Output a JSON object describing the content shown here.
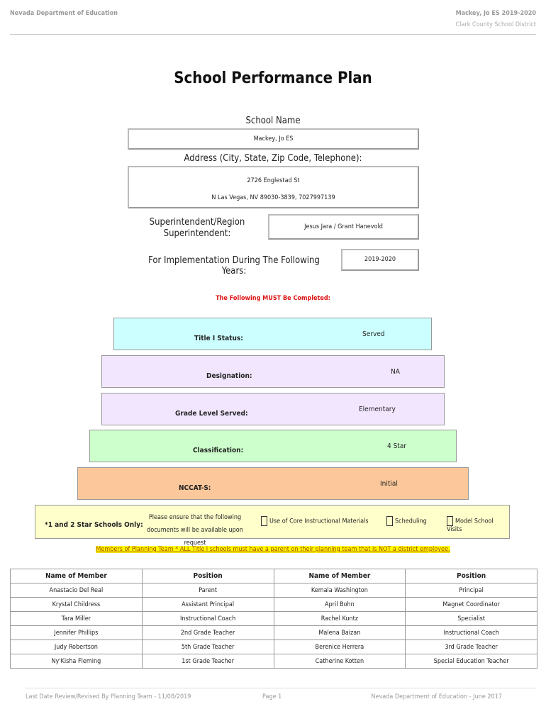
{
  "header": {
    "org": "Nevada Department of Education",
    "school_year": "Mackey, Jo ES  2019-2020",
    "district": "Clark County School District"
  },
  "title": "School Performance Plan",
  "school_name": {
    "label": "School Name",
    "value": "Mackey, Jo ES"
  },
  "address": {
    "label": "Address (City, State, Zip Code, Telephone):",
    "line1": "2726 Englestad St",
    "line2": "N Las Vegas, NV  89030-3839, 7027997139"
  },
  "superintendent": {
    "label_line1": "Superintendent/Region",
    "label_line2": "Superintendent:",
    "value": "Jesus Jara / Grant Hanevold"
  },
  "implementation": {
    "label": "For Implementation During The Following Years:",
    "value": "2019-2020"
  },
  "must_complete": "The Following MUST Be Completed:",
  "bands": [
    {
      "label": "Title I Status:",
      "value": "Served",
      "color": "#ccffff"
    },
    {
      "label": "Designation:",
      "value": "NA",
      "color": "#f2e6ff"
    },
    {
      "label": "Grade Level Served:",
      "value": "Elementary",
      "color": "#f2e6ff"
    },
    {
      "label": "Classification:",
      "value": "4 Star",
      "color": "#ccffcc"
    },
    {
      "label": "NCCAT-S:",
      "value": "Initial",
      "color": "#fcc89b"
    }
  ],
  "star_row": {
    "label": "*1 and 2 Star Schools Only:",
    "note_line1": "Please ensure that the following",
    "note_line2": "documents will be available upon request",
    "options": [
      "Use of Core Instructional Materials",
      "Scheduling",
      "Model School Visits"
    ],
    "color": "#ffffcc"
  },
  "members_note": "Members of Planning Team * ALL Title I schools must have a parent on their planning team that is NOT a district employee.",
  "team": {
    "headers": [
      "Name of Member",
      "Position",
      "Name of Member",
      "Position"
    ],
    "rows": [
      [
        "Anastacio Del Real",
        "Parent",
        "Kemala Washington",
        "Principal"
      ],
      [
        "Krystal Childress",
        "Assistant Principal",
        "April Bohn",
        "Magnet Coordinator"
      ],
      [
        "Tara Miller",
        "Instructional Coach",
        "Rachel Kuntz",
        "Specialist"
      ],
      [
        "Jennifer Phillips",
        "2nd Grade Teacher",
        "Malena Baizan",
        "Instructional Coach"
      ],
      [
        "Judy Robertson",
        "5th Grade Teacher",
        "Berenice Herrera",
        "3rd Grade Teacher"
      ],
      [
        "Ny'Kisha Fleming",
        "1st Grade Teacher",
        "Catherine Kotten",
        "Special Education Teacher"
      ]
    ]
  },
  "footer": {
    "left": "Last Date Review/Revised By Planning Team - 11/08/2019",
    "center": "Page 1",
    "right": "Nevada Department of Education - June 2017"
  }
}
